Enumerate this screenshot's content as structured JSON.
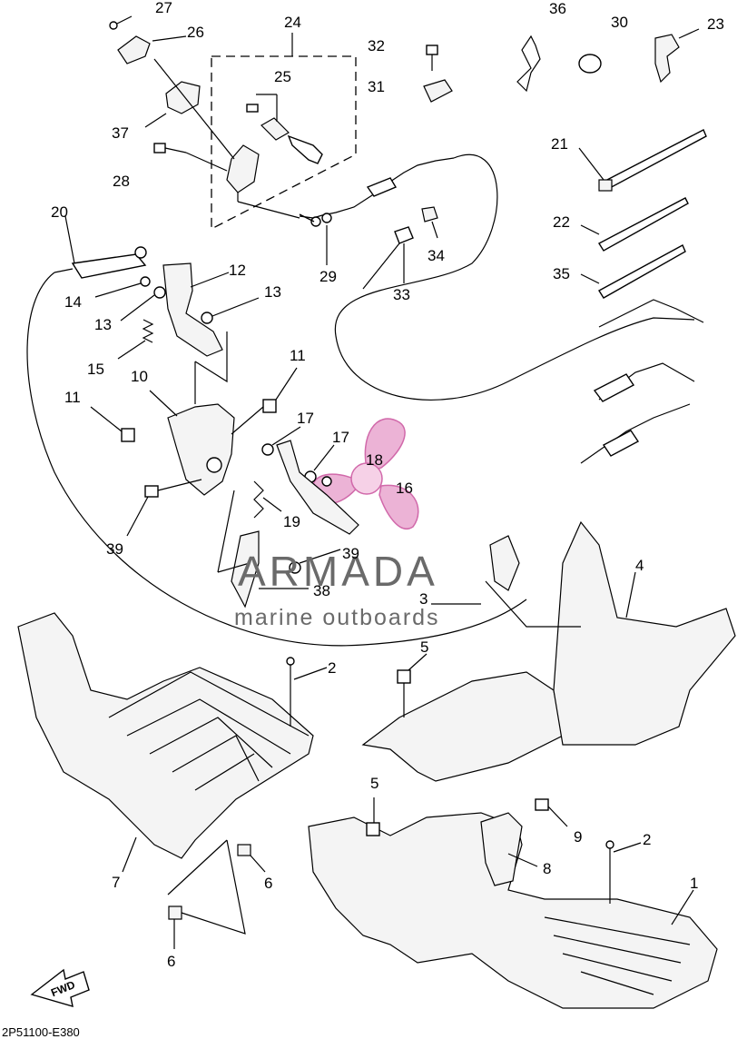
{
  "diagram": {
    "drawing_code": "2P51100-E380",
    "direction_label": "FWD",
    "watermark": {
      "brand": "ARMADA",
      "tagline": "marine outboards",
      "color": "#e9a6cf"
    },
    "callouts": {
      "c1": "1",
      "c2a": "2",
      "c2b": "2",
      "c3": "3",
      "c4": "4",
      "c5a": "5",
      "c5b": "5",
      "c6a": "6",
      "c6b": "6",
      "c7": "7",
      "c8": "8",
      "c9": "9",
      "c10": "10",
      "c11a": "11",
      "c11b": "11",
      "c12": "12",
      "c13a": "13",
      "c13b": "13",
      "c14": "14",
      "c15": "15",
      "c16": "16",
      "c17a": "17",
      "c17b": "17",
      "c18": "18",
      "c19": "19",
      "c20": "20",
      "c21": "21",
      "c22": "22",
      "c23": "23",
      "c24": "24",
      "c25": "25",
      "c26": "26",
      "c27": "27",
      "c28": "28",
      "c29": "29",
      "c30": "30",
      "c31": "31",
      "c32": "32",
      "c33": "33",
      "c34": "34",
      "c35": "35",
      "c36": "36",
      "c37": "37",
      "c38": "38",
      "c39a": "39",
      "c39b": "39"
    }
  }
}
